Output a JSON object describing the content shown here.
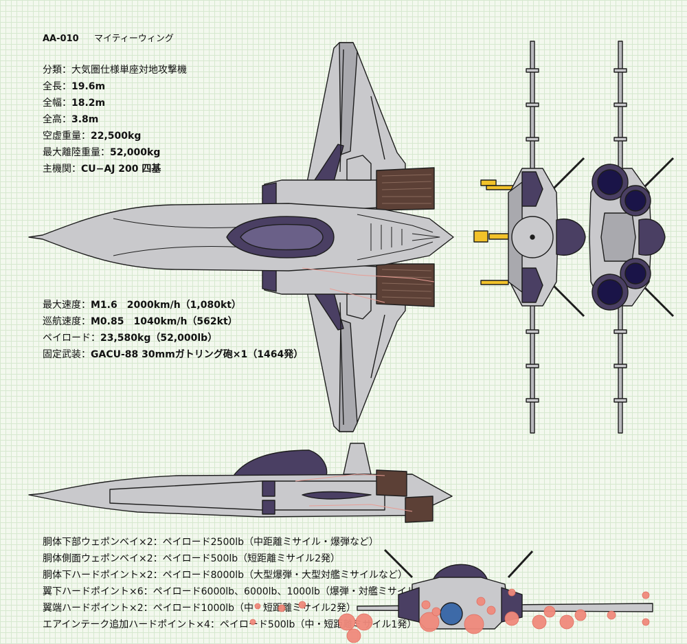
{
  "title": {
    "code": "AA-010",
    "name": "マイティーウィング"
  },
  "specs": [
    {
      "label": "分類：",
      "value": "大気圏仕様単座対地攻撃機",
      "bold": false
    },
    {
      "label": "全長：",
      "value": "19.6m",
      "bold": true
    },
    {
      "label": "全幅：",
      "value": "18.2m",
      "bold": true
    },
    {
      "label": "全高：",
      "value": "3.8m",
      "bold": true
    },
    {
      "label": "空虚重量：",
      "value": "22,500kg",
      "bold": true
    },
    {
      "label": "最大離陸重量：",
      "value": "52,000kg",
      "bold": true
    },
    {
      "label": "主機関：",
      "value": "CU−AJ 200 四基",
      "bold": true
    }
  ],
  "performance": [
    {
      "label": "最大速度：",
      "value": "M1.6　2000km/h（1,080kt）"
    },
    {
      "label": "巡航速度：",
      "value": "M0.85　1040km/h（562kt）"
    },
    {
      "label": "ペイロード：",
      "value": "23,580kg（52,000lb）"
    },
    {
      "label": "固定武装：",
      "value": "GACU-88 30mmガトリング砲×1（1464発）"
    }
  ],
  "hardpoints": [
    "胴体下部ウェポンベイ×2：ペイロード2500lb（中距離ミサイル・爆弾など）",
    "胴体側面ウェポンベイ×2：ペイロード500lb（短距離ミサイル2発）",
    "胴体下ハードポイント×2：ペイロード8000lb（大型爆弾・大型対艦ミサイルなど）",
    "翼下ハードポイント×6：ペイロード6000lb、6000lb、1000lb（爆弾・対艦ミサイルなど）",
    "翼端ハードポイント×2：ペイロード1000lb（中・短距離ミサイル2発）",
    "エアインテーク追加ハードポイント×4：ペイロード500lb（中・短距離ミサイル1発）"
  ],
  "colors": {
    "hull": "#c9c9cc",
    "hull_dark": "#a9a9ae",
    "purple": "#4a3f63",
    "canopy": "#6a6088",
    "exhaust": "#5c4036",
    "outline": "#1d1d1d",
    "accent_yellow": "#f2c22a",
    "intake_blue": "#1a1448",
    "marker_red": "#f08a7c"
  }
}
